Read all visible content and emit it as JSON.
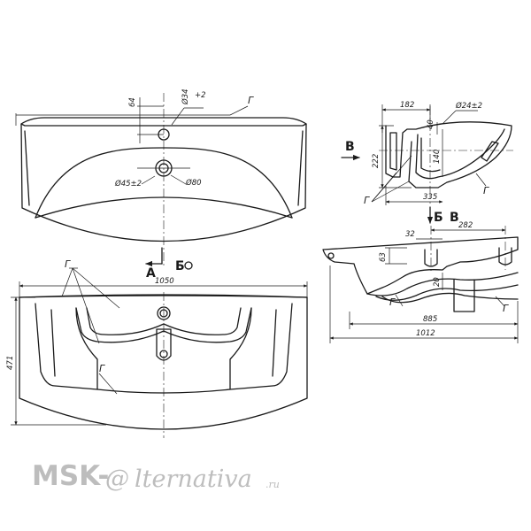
{
  "top_view": {
    "dim_64": "64",
    "dim_34": "Ø34",
    "dim_34_tol": "+2",
    "label_g": "Г",
    "dim_45": "Ø45±2",
    "dim_80": "Ø80",
    "section_a": "А",
    "section_b": "Б",
    "dim_1050": "1050"
  },
  "front_view": {
    "label_g1": "Г",
    "label_g2": "Г",
    "dim_471": "471"
  },
  "side_view": {
    "dim_182": "182",
    "dim_24": "Ø24±2",
    "dim_40": "40",
    "dim_140": "140",
    "dim_222": "222",
    "label_v": "В",
    "label_g1": "Г",
    "label_g2": "Г",
    "dim_335": "335",
    "section_b": "Б",
    "section_v": "В"
  },
  "section_view": {
    "dim_282": "282",
    "dim_32": "32",
    "dim_63": "63",
    "dim_20": "20",
    "label_g1": "Г",
    "label_g2": "Г",
    "dim_885": "885",
    "dim_1012": "1012"
  },
  "watermark": {
    "part1": "MSK-",
    "at": "@",
    "part2": "lternativa",
    "suffix": ".ru"
  }
}
